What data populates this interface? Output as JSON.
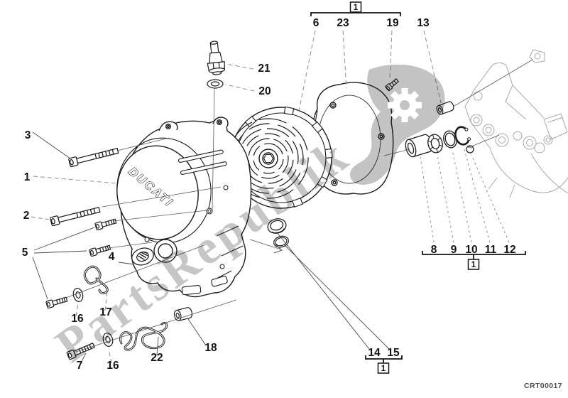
{
  "drawing_code": "CRT00017",
  "watermark": {
    "text": "PartsRepublik"
  },
  "brand": {
    "logo_text": "DUCATI"
  },
  "colors": {
    "line": "#161616",
    "case_line": "#a8a8a8",
    "watermark": "#c6c6c6",
    "code_text": "#4d4d4d"
  },
  "group_boxes": {
    "top": {
      "label": "1"
    },
    "right": {
      "label": "1"
    },
    "bottom": {
      "label": "1"
    }
  },
  "callouts": [
    {
      "label": "3"
    },
    {
      "label": "1"
    },
    {
      "label": "2"
    },
    {
      "label": "5"
    },
    {
      "label": "4"
    },
    {
      "label": "16"
    },
    {
      "label": "17"
    },
    {
      "label": "7"
    },
    {
      "label": "16"
    },
    {
      "label": "22"
    },
    {
      "label": "18"
    },
    {
      "label": "21"
    },
    {
      "label": "20"
    },
    {
      "label": "6"
    },
    {
      "label": "23"
    },
    {
      "label": "19"
    },
    {
      "label": "13"
    },
    {
      "label": "8"
    },
    {
      "label": "9"
    },
    {
      "label": "10"
    },
    {
      "label": "11"
    },
    {
      "label": "12"
    },
    {
      "label": "14"
    },
    {
      "label": "15"
    }
  ]
}
